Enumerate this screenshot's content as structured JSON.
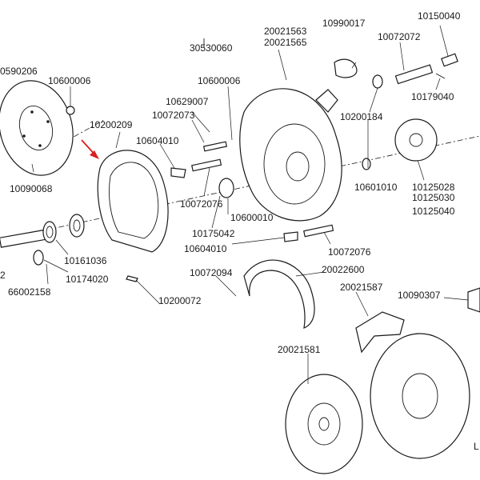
{
  "labels": {
    "l0590206": "0590206",
    "l10600006_left": "10600006",
    "l10090068": "10090068",
    "l10200209": "10200209",
    "l10604010_top": "10604010",
    "l10629007": "10629007",
    "l10072073": "10072073",
    "l10600006_mid": "10600006",
    "l30530060": "30530060",
    "l20021563": "20021563",
    "l20021565": "20021565",
    "l10990017": "10990017",
    "l10072072": "10072072",
    "l10150040": "10150040",
    "l10179040": "10179040",
    "l10200184": "10200184",
    "l10601010": "10601010",
    "l10125028": "10125028",
    "l10125030": "10125030",
    "l10125040": "10125040",
    "l10072076_a": "10072076",
    "l10600010": "10600010",
    "l10175042": "10175042",
    "l10604010_bottom": "10604010",
    "l10072076_b": "10072076",
    "l10161036": "10161036",
    "l10174020": "10174020",
    "l2": "2",
    "l66002158": "66002158",
    "l10200072": "10200072",
    "l10072094": "10072094",
    "l20022600": "20022600",
    "l20021587": "20021587",
    "l10090307": "10090307",
    "l20021581": "20021581",
    "lL": "L"
  },
  "colors": {
    "line": "#1a1a1a",
    "highlight_arrow": "#d62020",
    "background": "#ffffff"
  }
}
